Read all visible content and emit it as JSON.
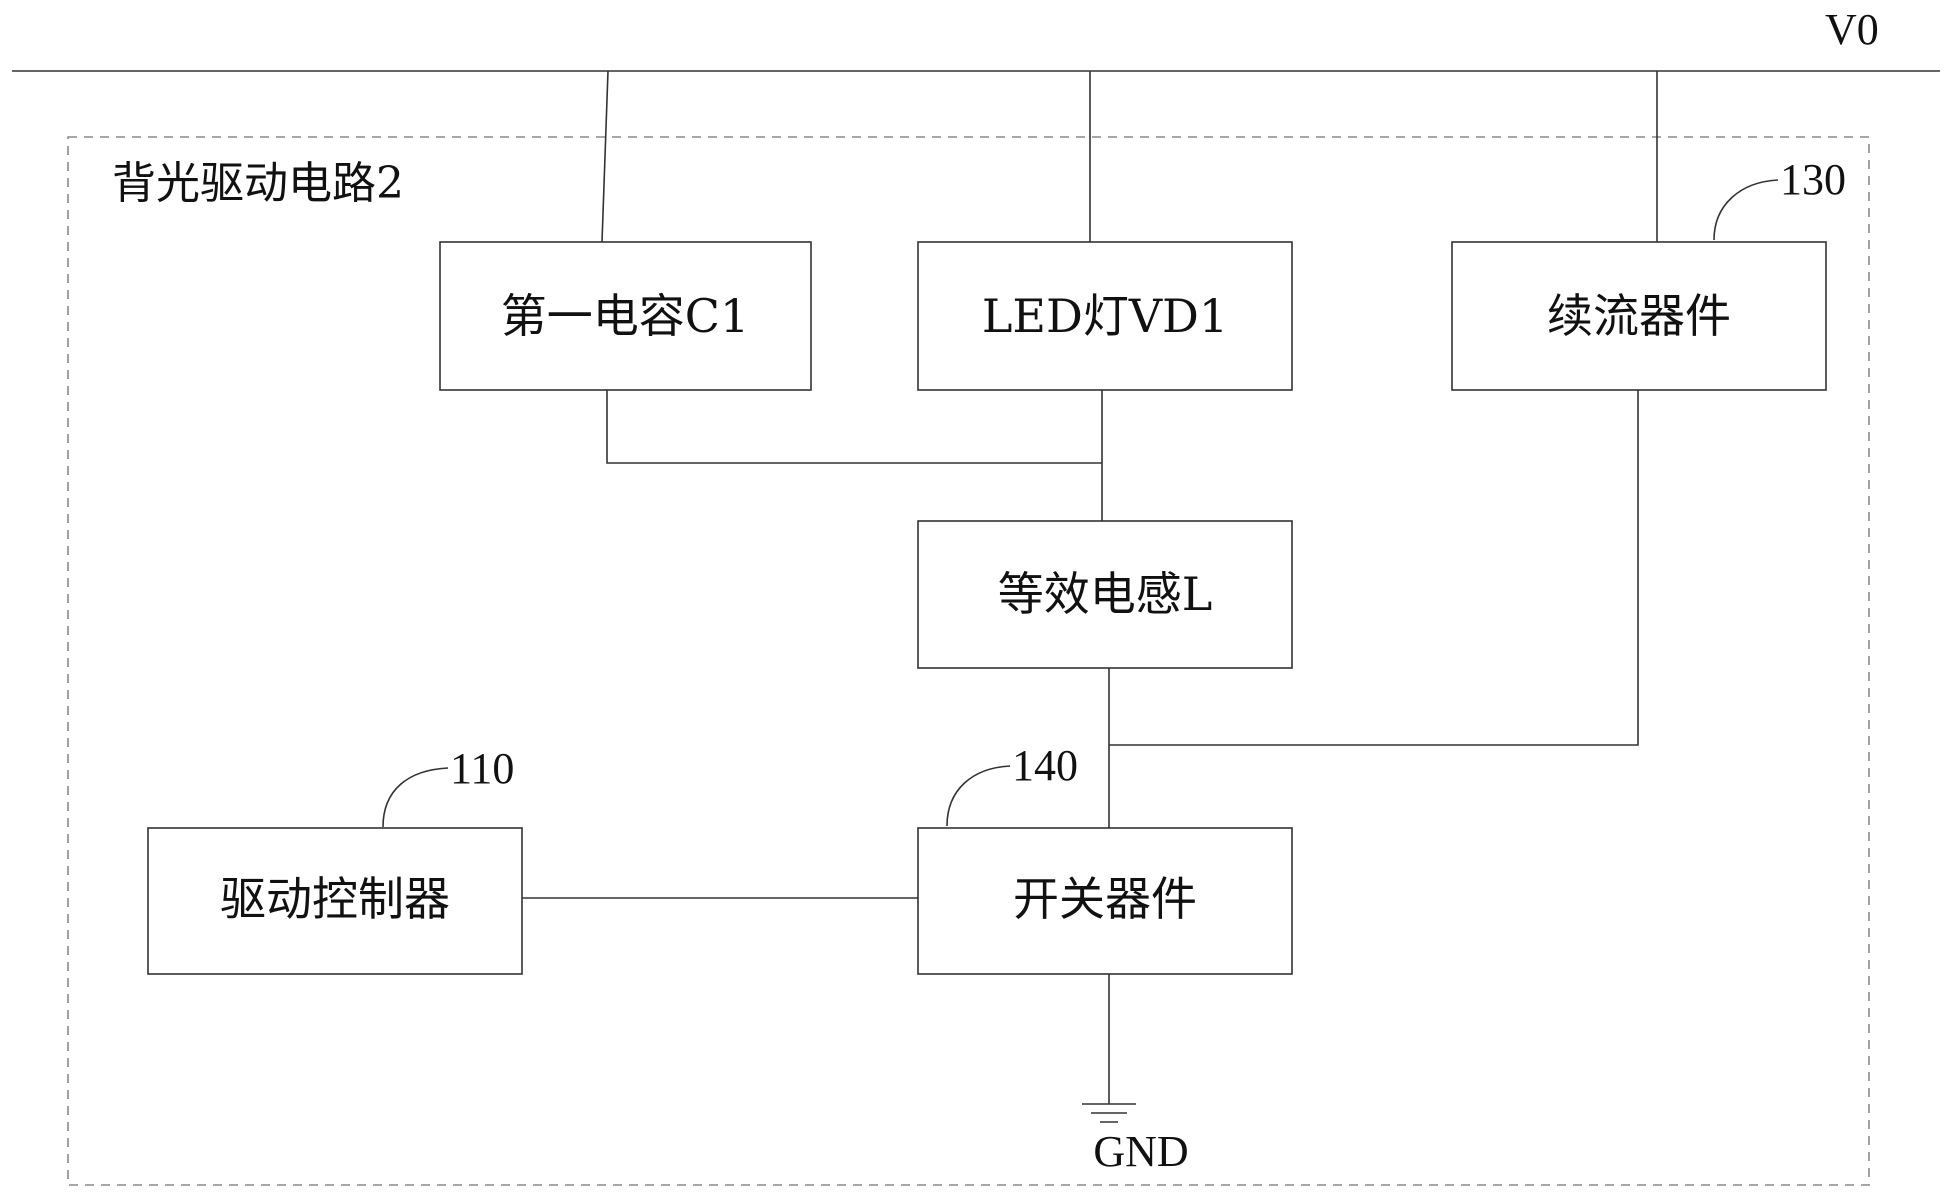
{
  "diagram": {
    "rail_label": "V0",
    "container_title": "背光驱动电路2",
    "ground_label": "GND",
    "blocks": {
      "capacitor": "第一电容C1",
      "led": "LED灯VD1",
      "freewheel": "续流器件",
      "inductor": "等效电感L",
      "controller": "驱动控制器",
      "switch": "开关器件"
    },
    "refs": {
      "freewheel": "130",
      "controller": "110",
      "switch": "140"
    }
  }
}
